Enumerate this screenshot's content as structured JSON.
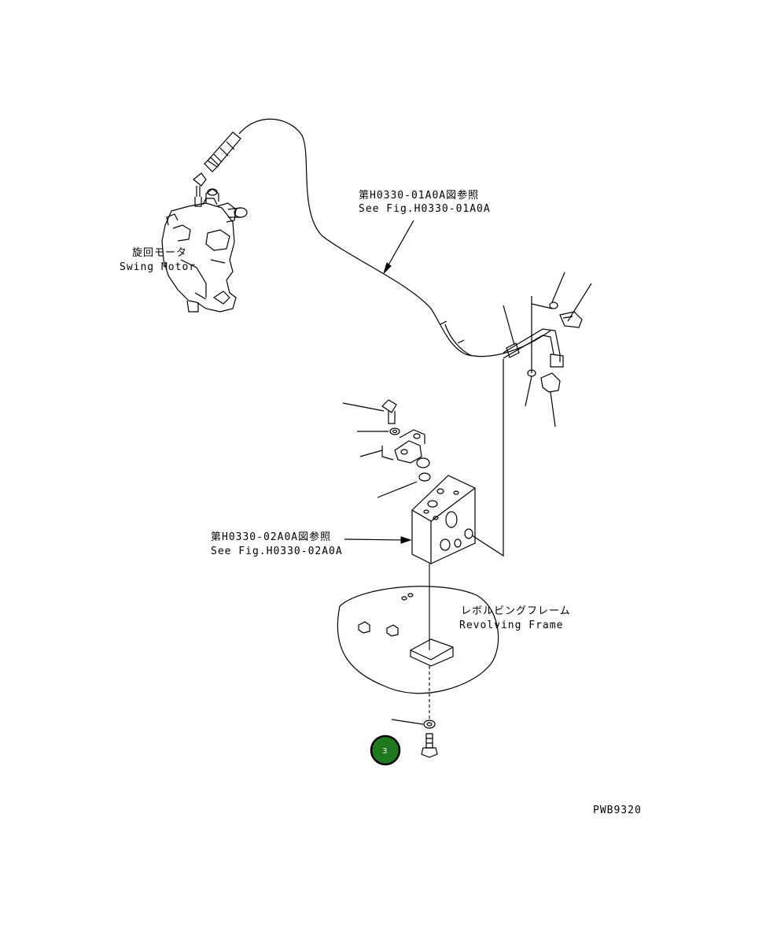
{
  "labels": {
    "ref_top_jp": "第H0330-01A0A図参照",
    "ref_top_en": "See Fig.H0330-01A0A",
    "swing_motor_jp": "旋回モータ",
    "swing_motor_en": "Swing Motor",
    "ref_mid_jp": "第H0330-02A0A図参照",
    "ref_mid_en": "See Fig.H0330-02A0A",
    "frame_jp": "レボルビングフレーム",
    "frame_en": "Revolving Frame",
    "drawing_no": "PWB9320"
  },
  "callout": {
    "number": "3",
    "color": "#1f7a1f"
  }
}
